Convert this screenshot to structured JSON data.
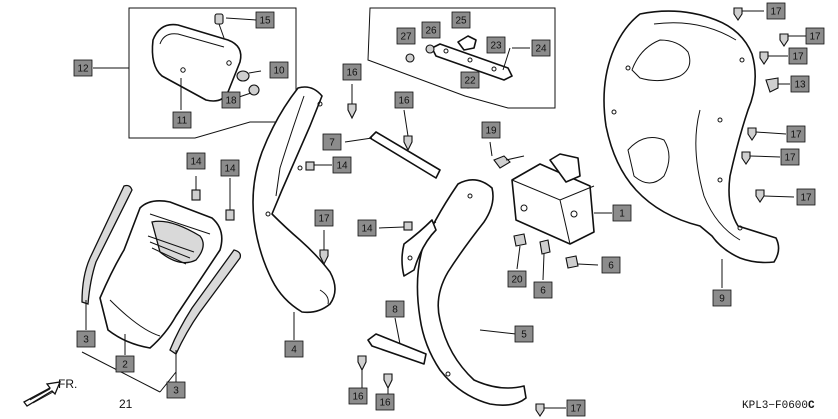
{
  "diagram": {
    "drawing_code": "KPL3−F0600",
    "drawing_code_suffix": "C",
    "direction_label": "FR.",
    "parts": [
      {
        "ref": "1"
      },
      {
        "ref": "3"
      },
      {
        "ref": "3"
      },
      {
        "ref": "4"
      },
      {
        "ref": "5"
      },
      {
        "ref": "6"
      },
      {
        "ref": "6"
      },
      {
        "ref": "7"
      },
      {
        "ref": "8"
      },
      {
        "ref": "9"
      },
      {
        "ref": "10"
      },
      {
        "ref": "11"
      },
      {
        "ref": "12"
      },
      {
        "ref": "13"
      },
      {
        "ref": "14"
      },
      {
        "ref": "14"
      },
      {
        "ref": "14"
      },
      {
        "ref": "14"
      },
      {
        "ref": "15"
      },
      {
        "ref": "16"
      },
      {
        "ref": "16"
      },
      {
        "ref": "16"
      },
      {
        "ref": "16"
      },
      {
        "ref": "17"
      },
      {
        "ref": "17"
      },
      {
        "ref": "17"
      },
      {
        "ref": "17"
      },
      {
        "ref": "17"
      },
      {
        "ref": "17"
      },
      {
        "ref": "17"
      },
      {
        "ref": "17"
      },
      {
        "ref": "18"
      },
      {
        "ref": "19"
      },
      {
        "ref": "20"
      },
      {
        "ref": "22"
      },
      {
        "ref": "23"
      },
      {
        "ref": "24"
      },
      {
        "ref": "25"
      },
      {
        "ref": "26"
      },
      {
        "ref": "27"
      },
      {
        "ref": "2"
      }
    ],
    "assembly_ref": "21"
  }
}
